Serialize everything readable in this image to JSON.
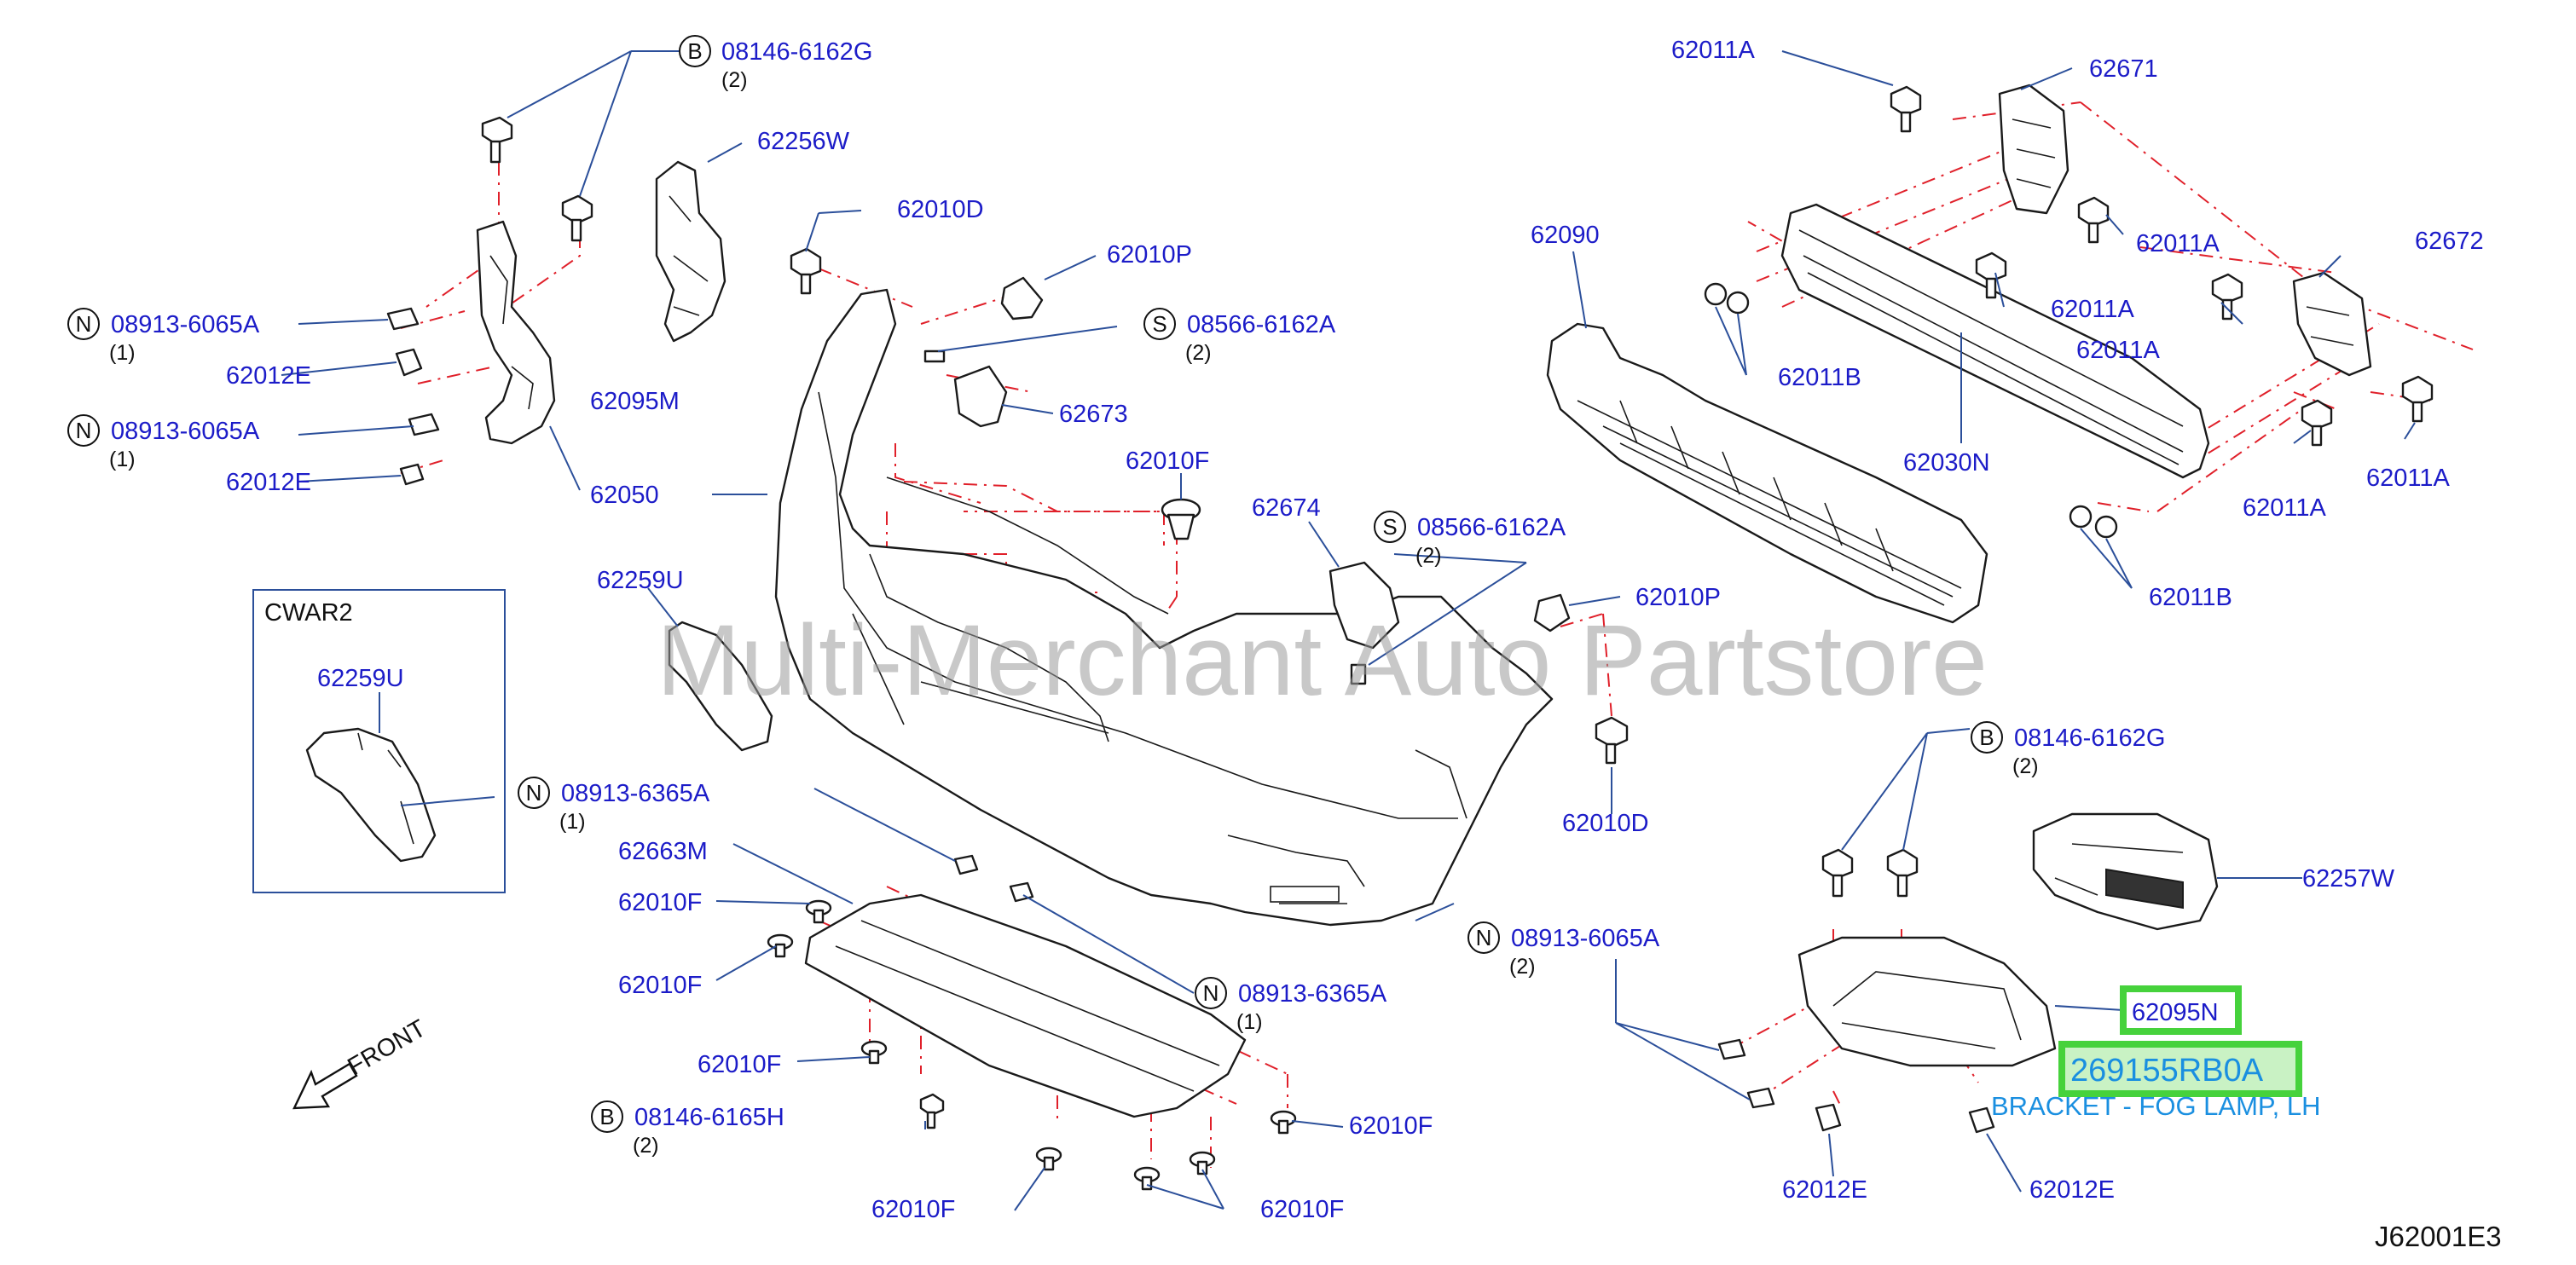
{
  "callouts": [
    {
      "text": "08146-6162G",
      "prefix": "B"
    },
    {
      "text": "08913-6065A",
      "prefix": "N"
    },
    {
      "text": "08913-6065A",
      "prefix": "N"
    },
    {
      "text": "08566-6162A",
      "prefix": "S"
    },
    {
      "text": "08566-6162A",
      "prefix": "S"
    },
    {
      "text": "08913-6365A",
      "prefix": "N"
    },
    {
      "text": "08913-6365A",
      "prefix": "N"
    },
    {
      "text": "08146-6165H",
      "prefix": "B"
    },
    {
      "text": "08913-6065A",
      "prefix": "N"
    },
    {
      "text": "08146-6162G",
      "prefix": "B"
    }
  ],
  "quantities": {
    "q1": "(2)",
    "q2": "(1)",
    "q3": "(1)",
    "q4": "(2)",
    "q5": "(2)",
    "q6": "(1)",
    "q7": "(1)",
    "q8": "(2)",
    "q9": "(2)",
    "q10": "(2)"
  },
  "parts": {
    "p62256W": "62256W",
    "p62010D_a": "62010D",
    "p62010P_a": "62010P",
    "p62012E_a": "62012E",
    "p62095M": "62095M",
    "p62012E_b": "62012E",
    "p62673": "62673",
    "p62010F_a": "62010F",
    "p62050": "62050",
    "p62674": "62674",
    "p62259U_a": "62259U",
    "p62010P_b": "62010P",
    "p62259U_b": "62259U",
    "p62010D_b": "62010D",
    "p62663M": "62663M",
    "p62010F_b": "62010F",
    "p62010F_c": "62010F",
    "p62010F_d": "62010F",
    "p62010F_e": "62010F",
    "p62010F_f": "62010F",
    "p62010F_g": "62010F",
    "p62011A_a": "62011A",
    "p62671": "62671",
    "p62090": "62090",
    "p62011A_b": "62011A",
    "p62011A_c": "62011A",
    "p62672": "62672",
    "p62011A_d": "62011A",
    "p62011B_a": "62011B",
    "p62030N": "62030N",
    "p62011A_e": "62011A",
    "p62011A_f": "62011A",
    "p62011B_b": "62011B",
    "p62257W": "62257W",
    "p62095N": "62095N",
    "p62012E_c": "62012E",
    "p62012E_d": "62012E"
  },
  "inset": {
    "title": "CWAR2"
  },
  "highlight": {
    "part_number": "269155RB0A",
    "description": "BRACKET - FOG LAMP, LH"
  },
  "direction": {
    "label": "FRONT"
  },
  "watermark": "Multi-Merchant Auto Partstore",
  "figure_code": "J62001E3",
  "colors": {
    "label": "#1c1cc8",
    "leader": "#2b4f9a",
    "phantom": "#e0202a",
    "highlight": "#46d23c",
    "description": "#1a8fe0"
  }
}
